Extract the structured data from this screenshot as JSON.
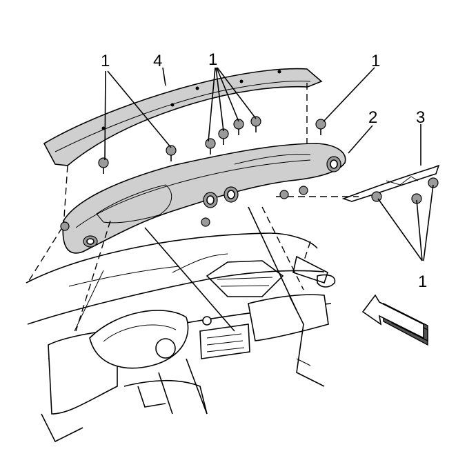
{
  "callouts": {
    "fastener_label": "1",
    "panel_label": "2",
    "bracket_label": "3",
    "molding_label": "4"
  },
  "colors": {
    "line": "#000000",
    "panel_fill": "#cfcfcf",
    "arrow_fill": "#ffffff",
    "arrow_shadow": "#555555"
  }
}
